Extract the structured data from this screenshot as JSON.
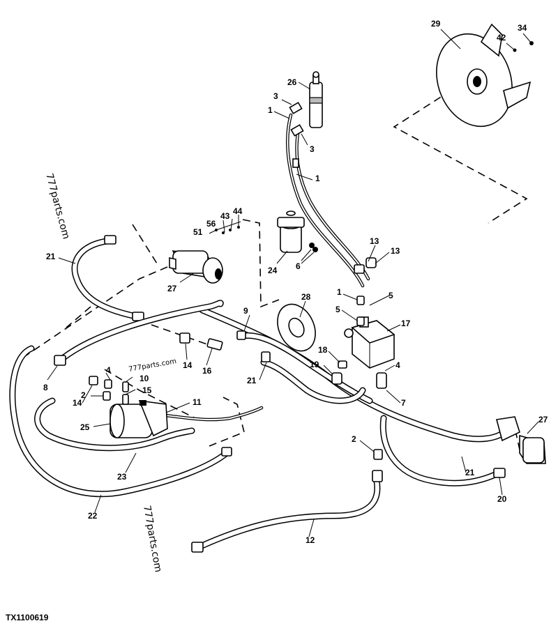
{
  "figure_id": "TX1100619",
  "watermarks": [
    "777parts.com",
    "777parts.com",
    "777parts.com"
  ],
  "callouts": {
    "c29": "29",
    "c42": "42",
    "c34": "34",
    "c26": "26",
    "c3a": "3",
    "c1a": "1",
    "c3b": "3",
    "c1b": "1",
    "c56": "56",
    "c43": "43",
    "c44": "44",
    "c51": "51",
    "c21a": "21",
    "c27a": "27",
    "c24": "24",
    "c13a": "13",
    "c13b": "13",
    "c6": "6",
    "c1c": "1",
    "c5a": "5",
    "c5b": "5",
    "c28": "28",
    "c9": "9",
    "c17": "17",
    "c18": "18",
    "c19": "19",
    "c4a": "4",
    "c7": "7",
    "c21b": "21",
    "c8": "8",
    "c4b": "4",
    "c14a": "14",
    "c16": "16",
    "c10": "10",
    "c15": "15",
    "c2a": "2",
    "c14b": "14",
    "c11": "11",
    "c25": "25",
    "c23": "23",
    "c22": "22",
    "c2b": "2",
    "c27b": "27",
    "c21c": "21",
    "c20": "20",
    "c12": "12"
  }
}
